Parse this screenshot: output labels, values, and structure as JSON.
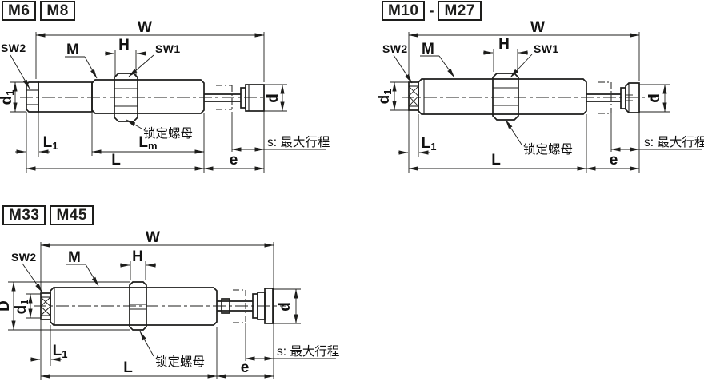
{
  "colors": {
    "line": "#1d1d1b",
    "background": "#ffffff"
  },
  "diagram_m6_m8": {
    "tag1": "M6",
    "tag2": "M8",
    "w": "W",
    "m": "M",
    "h": "H",
    "sw1": "SW1",
    "sw2": "SW2",
    "d1_main": "d",
    "d1_sub": "1",
    "d": "d",
    "l1_main": "L",
    "l1_sub": "1",
    "lm_main": "L",
    "lm_sub": "m",
    "l": "L",
    "e": "e",
    "stroke_note": "s: 最大行程",
    "lock_nut": "锁定螺母"
  },
  "diagram_m10_m27": {
    "tag1": "M10",
    "separator": "-",
    "tag2": "M27",
    "w": "W",
    "m": "M",
    "h": "H",
    "sw1": "SW1",
    "sw2": "SW2",
    "d1_main": "d",
    "d1_sub": "1",
    "d": "d",
    "l1_main": "L",
    "l1_sub": "1",
    "l": "L",
    "e": "e",
    "stroke_note": "s: 最大行程",
    "lock_nut": "锁定螺母"
  },
  "diagram_m33_m45": {
    "tag1": "M33",
    "tag2": "M45",
    "w": "W",
    "m": "M",
    "h": "H",
    "sw2": "SW2",
    "big_d": "D",
    "d1_main": "d",
    "d1_sub": "1",
    "d": "d",
    "l1_main": "L",
    "l1_sub": "1",
    "l": "L",
    "e": "e",
    "stroke_note": "s: 最大行程",
    "lock_nut": "锁定螺母"
  }
}
